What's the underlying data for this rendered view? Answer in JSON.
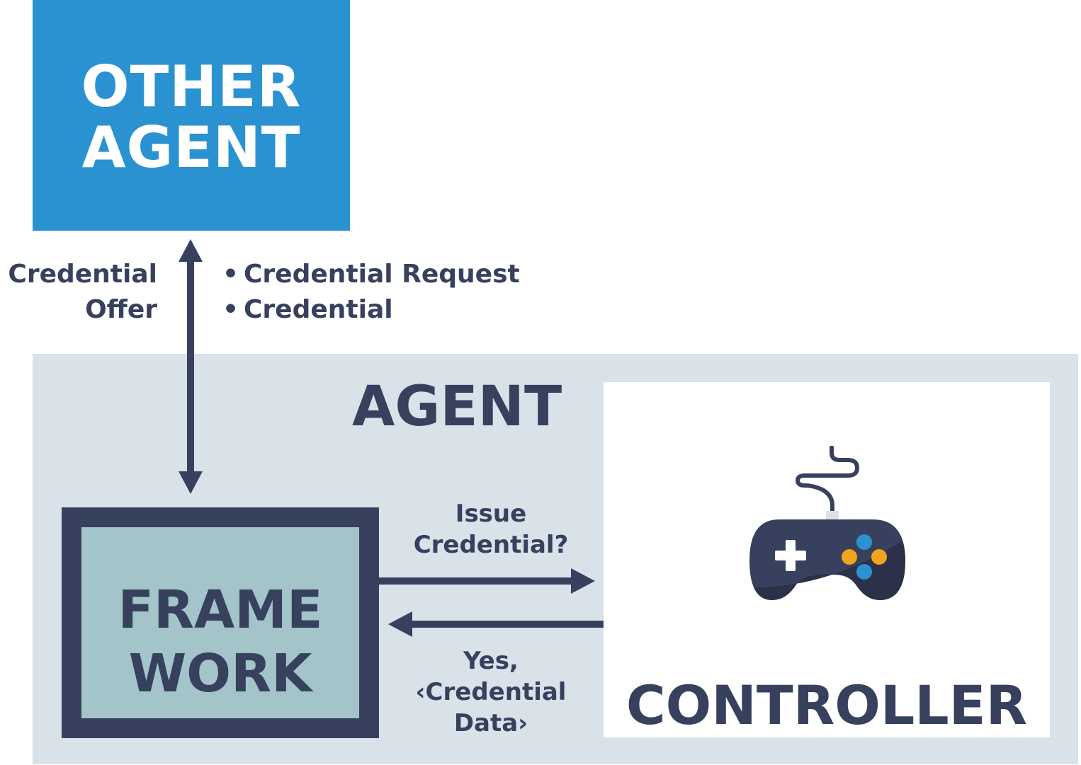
{
  "other_agent": {
    "line1": "OTHER",
    "line2": "AGENT"
  },
  "left_edge_label": {
    "line1": "Credential",
    "line2": "Offer"
  },
  "right_edge_labels": [
    "Credential Request",
    "Credential"
  ],
  "agent": {
    "title": "AGENT"
  },
  "framework": {
    "line1": "FRAME",
    "line2": "WORK"
  },
  "controller": {
    "title": "CONTROLLER",
    "icon": "gamepad-icon"
  },
  "request_edge": {
    "line1": "Issue",
    "line2": "Credential?"
  },
  "response_edge": {
    "line1": "Yes,",
    "line2": "‹Credential",
    "line3": "Data›"
  },
  "colors": {
    "other_agent_fill": "#2a92d1",
    "agent_region_fill": "#d9e1e9",
    "framework_border": "#37415e",
    "framework_fill": "#a3c4c9",
    "controller_fill": "#ffffff",
    "text_dark": "#37415e",
    "gamepad_button_blue": "#2a92d1",
    "gamepad_button_orange": "#f2a41f"
  }
}
